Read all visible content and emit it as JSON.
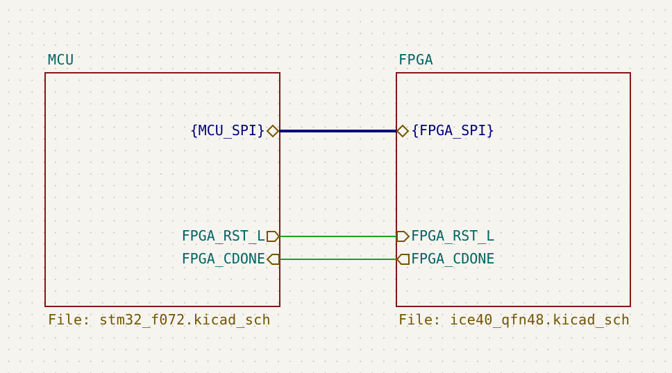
{
  "sheets": {
    "mcu": {
      "name": "MCU",
      "file": "File: stm32_f072.kicad_sch",
      "pins": {
        "spi": "{MCU_SPI}",
        "rst": "FPGA_RST_L",
        "cdone": "FPGA_CDONE"
      }
    },
    "fpga": {
      "name": "FPGA",
      "file": "File: ice40_qfn48.kicad_sch",
      "pins": {
        "spi": "{FPGA_SPI}",
        "rst": "FPGA_RST_L",
        "cdone": "FPGA_CDONE"
      }
    }
  },
  "colors": {
    "background": "#f5f4ef",
    "sheet_border": "#841818",
    "sheet_name": "#006464",
    "sheet_file": "#725400",
    "bus": "#00007a",
    "wire": "#1ea01e",
    "pin_shape": "#725400"
  }
}
